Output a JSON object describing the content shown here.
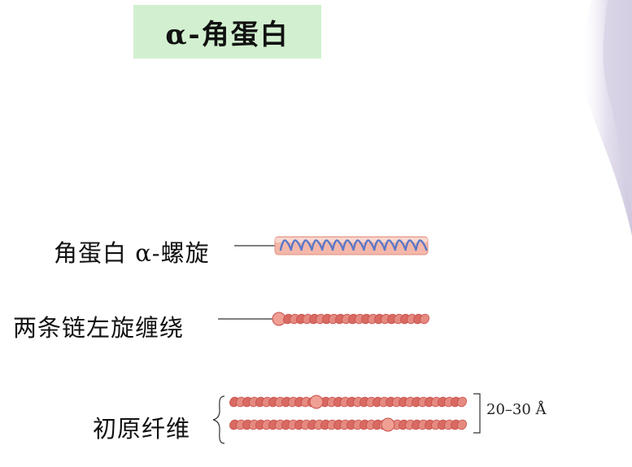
{
  "title": "α-角蛋白",
  "stages": [
    {
      "label": "角蛋白 α-螺旋"
    },
    {
      "label": "两条链左旋缠绕"
    },
    {
      "label": "初原纤维"
    }
  ],
  "dimension_label": "20–30 Å",
  "colors": {
    "title_background": "#d2f0cf",
    "helix_blue": "#5a78c6",
    "tube_pink": "#f0a99a",
    "coil_red": "#c8504c",
    "background_decoration": "#ddd8e8"
  }
}
